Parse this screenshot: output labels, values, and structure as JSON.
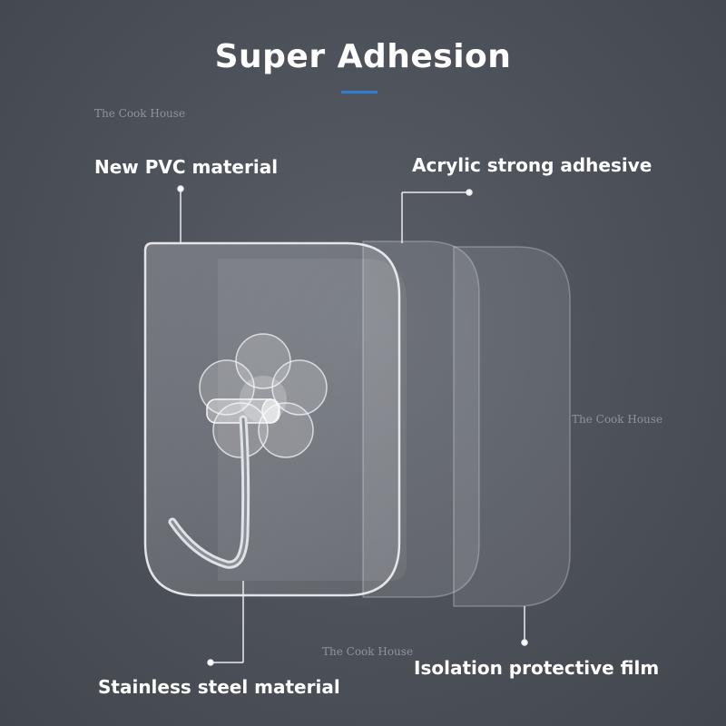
{
  "title": "Super Adhesion",
  "labels": {
    "pvc": "New PVC material",
    "acrylic": "Acrylic strong adhesive",
    "steel": "Stainless steel material",
    "film": "Isolation protective film"
  },
  "watermarks": [
    "The Cook House",
    "The Cook House",
    "The Cook House"
  ],
  "colors": {
    "background": "#4c5058",
    "accent": "#2f7fd1",
    "text": "#ffffff"
  }
}
